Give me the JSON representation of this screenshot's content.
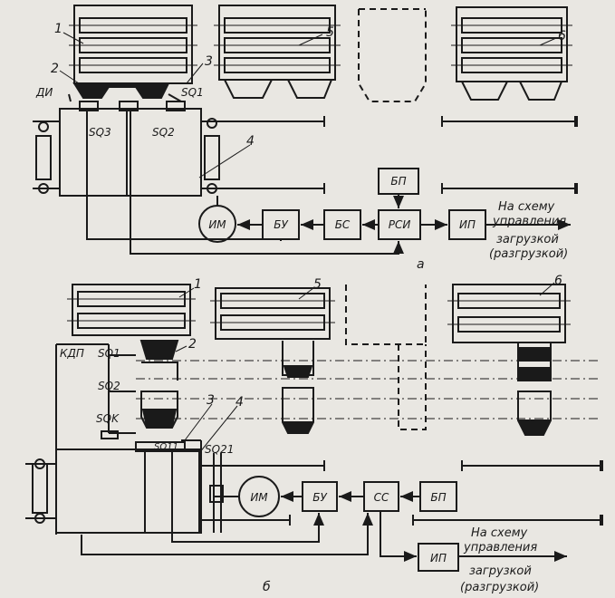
{
  "diagram_a": {
    "caption": "а",
    "callouts": [
      "1",
      "2",
      "3",
      "4",
      "5",
      "6"
    ],
    "sensors": {
      "di": "ДИ",
      "sq1": "SQ1",
      "sq2": "SQ2",
      "sq3": "SQ3"
    },
    "blocks": {
      "im": "ИМ",
      "bu": "БУ",
      "bs": "БС",
      "rsi": "РСИ",
      "ip": "ИП",
      "bp": "БП"
    },
    "note": [
      "На схему",
      "управления",
      "загрузкой",
      "(разгрузкой)"
    ]
  },
  "diagram_b": {
    "caption": "б",
    "callouts": [
      "1",
      "5",
      "6",
      "2",
      "3",
      "4"
    ],
    "sensors": {
      "kdp": "КДП",
      "sq1": "SQ1",
      "sq2": "SQ2",
      "sqk": "SQK",
      "sq11": "SQ11",
      "sq21": "SQ21"
    },
    "blocks": {
      "im": "ИМ",
      "bu": "БУ",
      "ss": "СС",
      "bp": "БП",
      "ip": "ИП"
    },
    "note": [
      "На схему",
      "управления",
      "загрузкой",
      "(разгрузкой)"
    ]
  }
}
